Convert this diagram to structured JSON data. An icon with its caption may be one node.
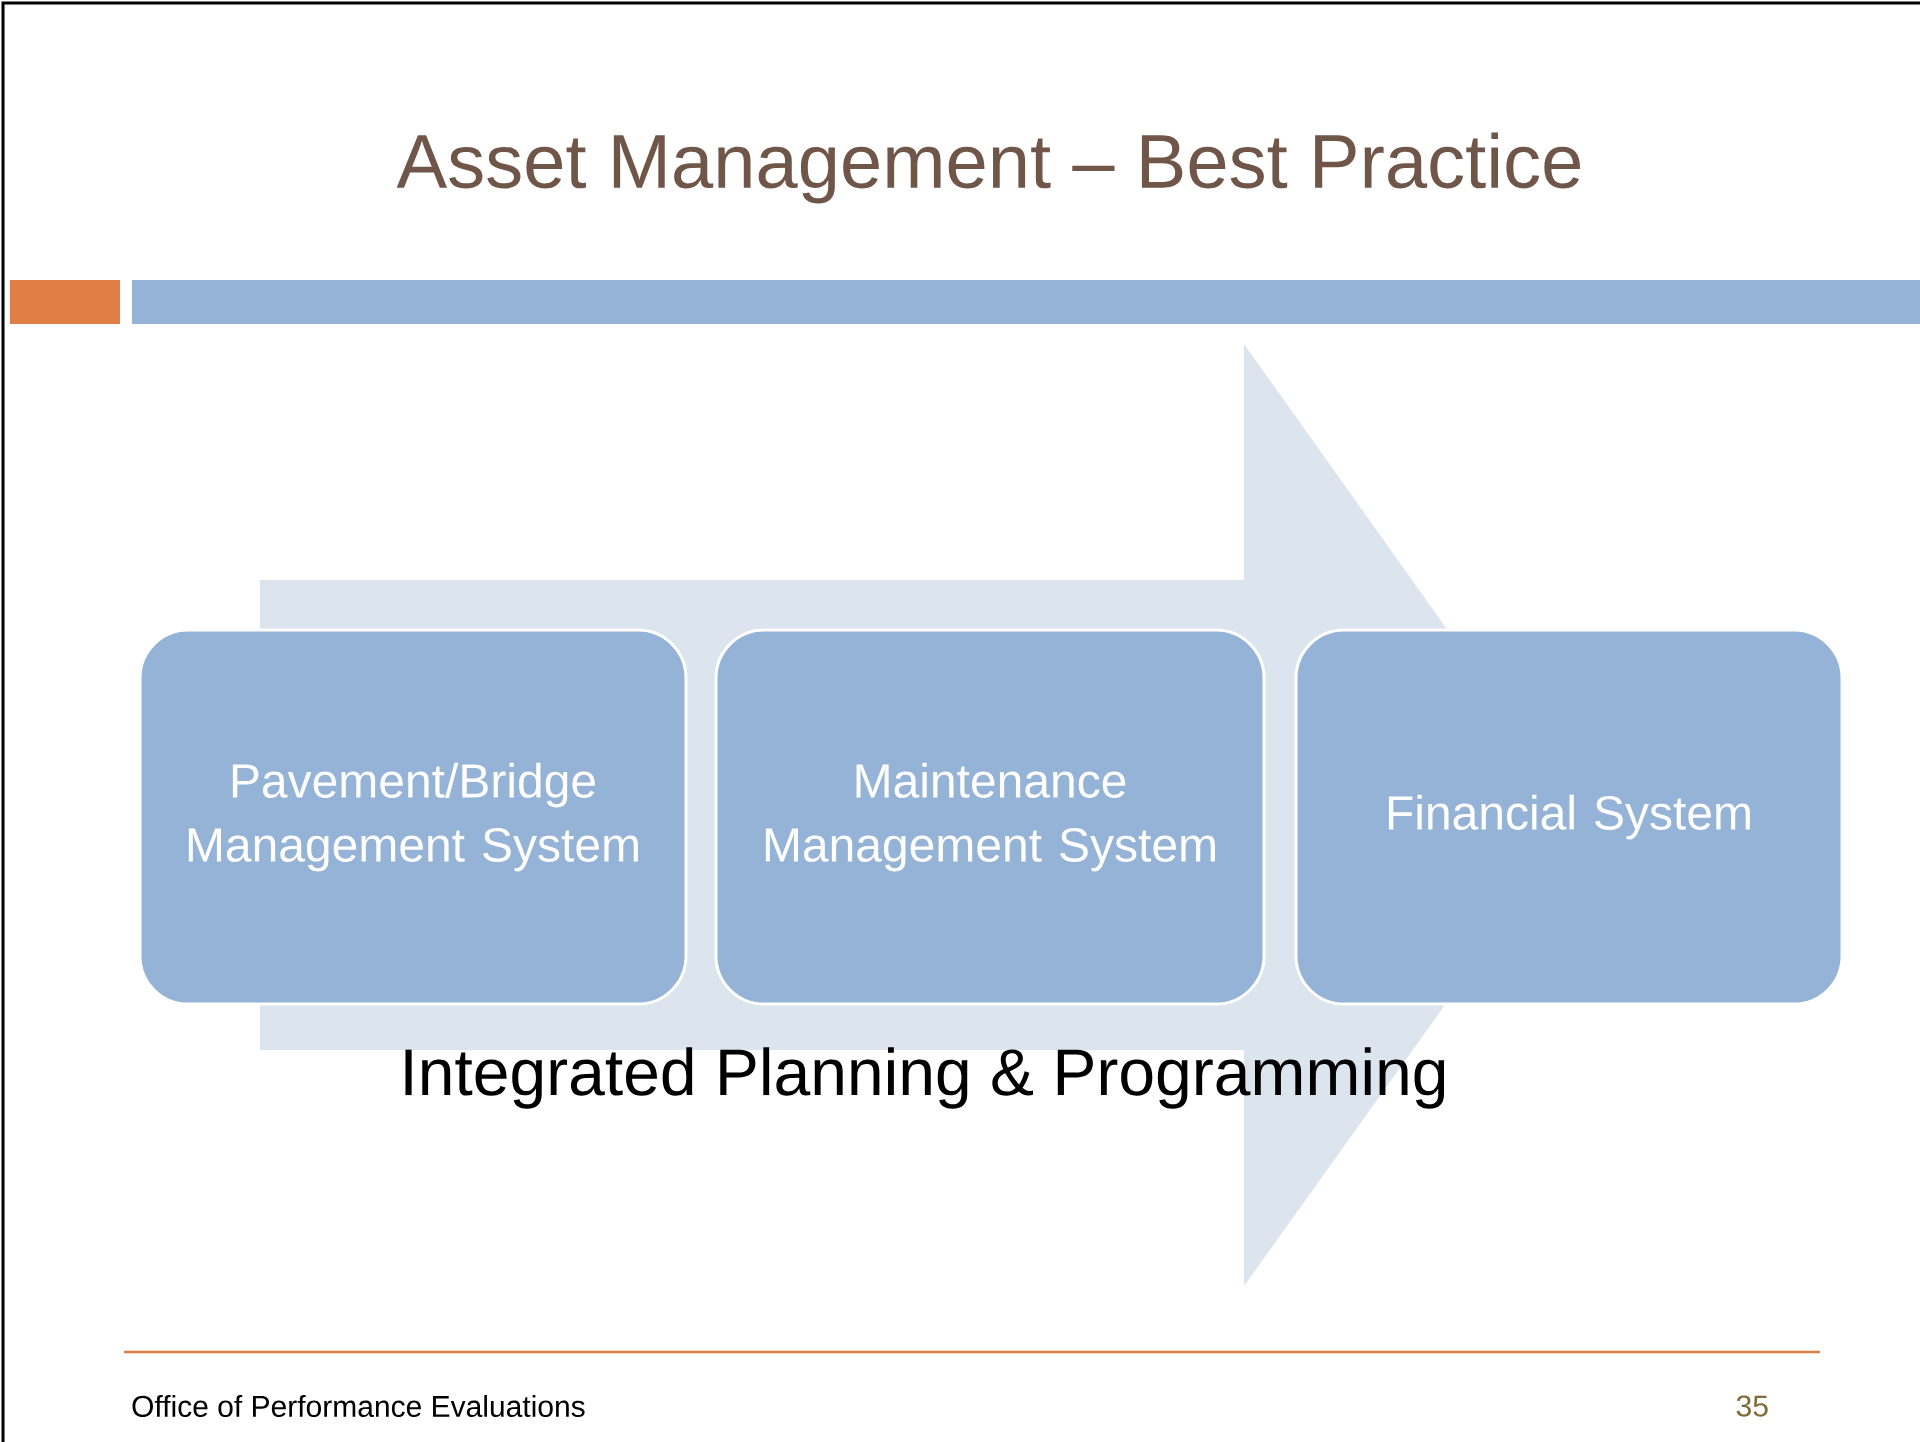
{
  "diagram": {
    "title": "Asset Management – Best Practice",
    "nodes": [
      {
        "text": [
          "Integrated Planning & Programming"
        ]
      },
      {
        "text": [
          "Pavement/Bridge Management System"
        ]
      },
      {
        "text": [
          "Maintenance Management System"
        ],
        "in": 0
      },
      {
        "text": [
          "Financial System"
        ]
      }
    ],
    "labels": [
      "Office of Performance Evaluations",
      "35"
    ]
  }
}
